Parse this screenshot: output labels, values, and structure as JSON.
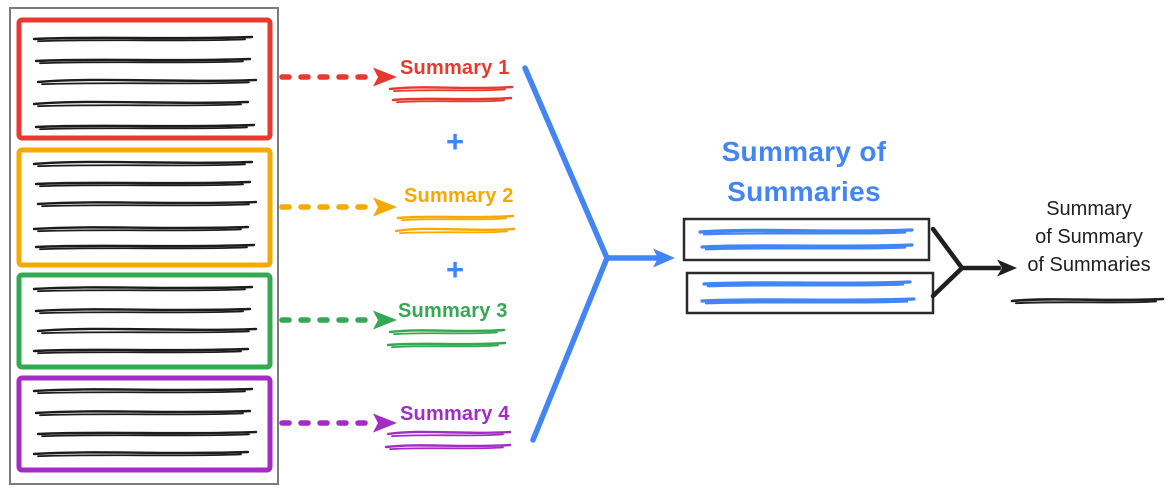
{
  "palette": {
    "blue": "#4285f4",
    "ink": "#1f1f1f",
    "box_stroke": "#2b2b2b",
    "frame_gray": "#7b7b7b",
    "scribble_black": "#1c1c1c"
  },
  "source_documents": [
    {
      "summary_label": "Summary 1",
      "color": "#e8392e",
      "text_lines": 5
    },
    {
      "summary_label": "Summary 2",
      "color": "#f8a900",
      "text_lines": 5
    },
    {
      "summary_label": "Summary 3",
      "color": "#34a853",
      "text_lines": 4
    },
    {
      "summary_label": "Summary 4",
      "color": "#a32cc4",
      "text_lines": 4
    }
  ],
  "plus_symbol": "+",
  "intermediate_summary": {
    "title_line1": "Summary of",
    "title_line2": "Summaries",
    "box_count": 2
  },
  "final_summary": {
    "label_line1": "Summary",
    "label_line2": "of Summary",
    "label_line3": "of Summaries"
  }
}
